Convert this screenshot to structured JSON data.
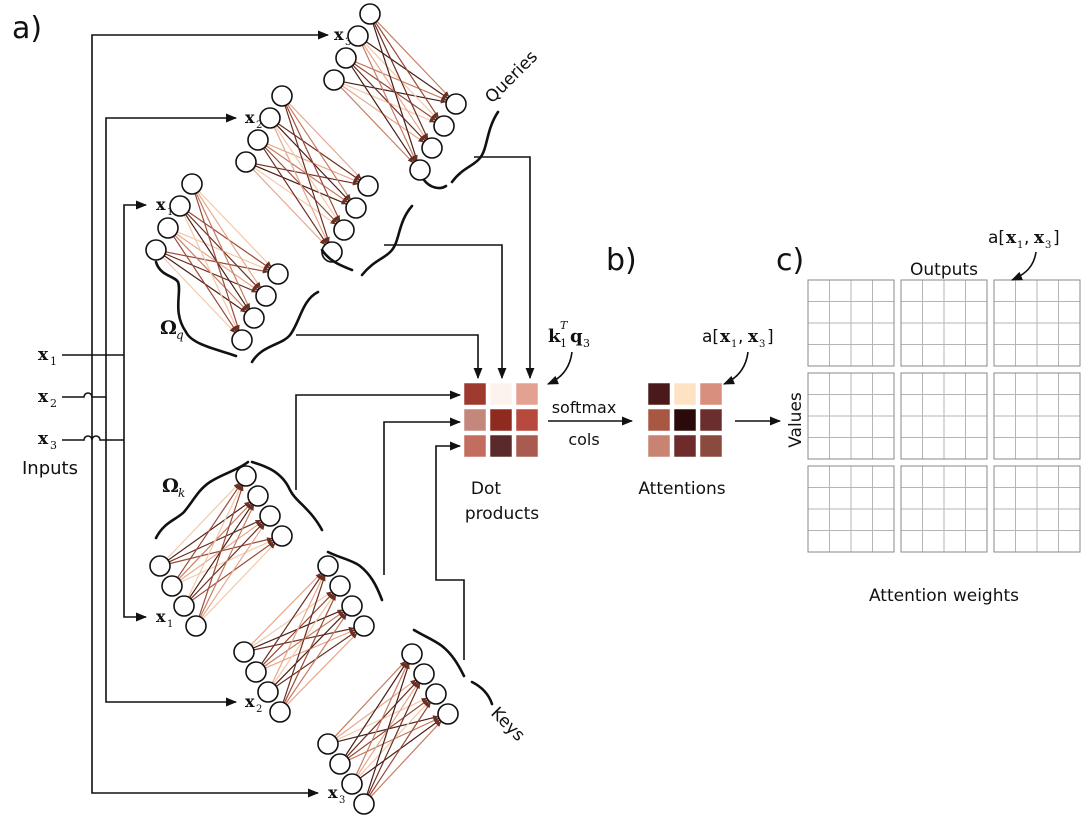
{
  "panels": {
    "a": "a)",
    "b": "b)",
    "c": "c)"
  },
  "inputs": {
    "items": [
      {
        "base": "x",
        "sub": "1"
      },
      {
        "base": "x",
        "sub": "2"
      },
      {
        "base": "x",
        "sub": "3"
      }
    ],
    "label": "Inputs"
  },
  "query_network": {
    "label_base": "Ω",
    "label_sub": "q",
    "section_label": "Queries"
  },
  "key_network": {
    "label_base": "Ω",
    "label_sub": "k",
    "section_label": "Keys"
  },
  "dot_products": {
    "label_line1": "Dot",
    "label_line2": "products",
    "annotation": {
      "k": "k",
      "k_sub": "1",
      "k_sup": "T",
      "q": "q",
      "q_sub": "3"
    },
    "matrix": [
      [
        "#9e3a30",
        "#fdf3ee",
        "#e3a191"
      ],
      [
        "#c4877c",
        "#8e2a20",
        "#b8493d"
      ],
      [
        "#c26d5d",
        "#5a2a2a",
        "#a85b4e"
      ]
    ]
  },
  "softmax": {
    "line1": "softmax",
    "line2": "cols"
  },
  "attentions": {
    "label": "Attentions",
    "annotation": {
      "prefix": "a[",
      "a1": "x",
      "a1_sub": "1",
      "sep": ",",
      "a2": "x",
      "a2_sub": "3",
      "suffix": "]"
    },
    "matrix": [
      [
        "#4a1a1a",
        "#fde3c3",
        "#d98f7e"
      ],
      [
        "#a85743",
        "#2a0a0a",
        "#6a2e2e"
      ],
      [
        "#c98372",
        "#6e2b2b",
        "#8a4a3e"
      ]
    ]
  },
  "attention_weights": {
    "title": "Attention weights",
    "outputs_label": "Outputs",
    "values_label": "Values",
    "annotation": {
      "prefix": "a[",
      "a1": "x",
      "a1_sub": "1",
      "sep": ",",
      "a2": "x",
      "a2_sub": "3",
      "suffix": "]"
    },
    "grid": [
      [
        "#4a1a1a",
        "#fde3c3",
        "#d98f7e"
      ],
      [
        "#a85743",
        "#2a0a0a",
        "#6a2e2e"
      ],
      [
        "#c98372",
        "#6e2b2b",
        "#8a4a3e"
      ]
    ]
  },
  "colors": {
    "light": "#fde3c3",
    "mid": "#c4877c",
    "dark": "#4a1a1a",
    "line": "#111111"
  }
}
